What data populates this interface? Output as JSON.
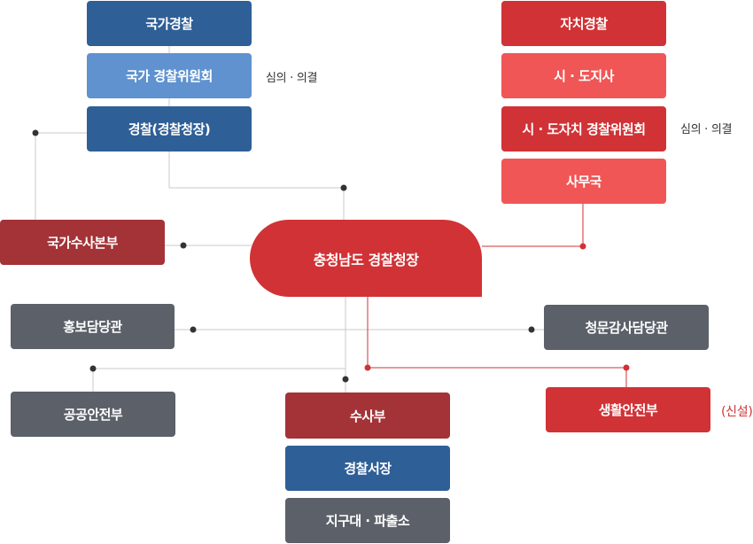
{
  "national": {
    "police": "국가경찰",
    "commission": "국가 경찰위원회",
    "commission_note": "심의 · 의결",
    "chief": "경찰(경찰청장)"
  },
  "autonomous": {
    "police": "자치경찰",
    "governor": "시 · 도지사",
    "commission": "시 · 도자치 경찰위원회",
    "commission_note": "심의 · 의결",
    "secretariat": "사무국"
  },
  "center": "충청남도 경찰청장",
  "units": {
    "national_investigation": "국가수사본부",
    "pr_officer": "홍보담당관",
    "audit_officer": "청문감사담당관",
    "public_safety": "공공안전부",
    "investigation": "수사부",
    "station_chief": "경찰서장",
    "substation": "지구대 · 파출소",
    "life_safety": "생활안전부",
    "life_safety_note": "(신설)"
  },
  "colors": {
    "navy": "#2f5f97",
    "light_blue": "#5f92cf",
    "red": "#d13236",
    "pink": "#f05656",
    "maroon": "#a33337",
    "gray": "#5b6069",
    "line_gray": "#c8c8c8",
    "dot": "#333333"
  }
}
